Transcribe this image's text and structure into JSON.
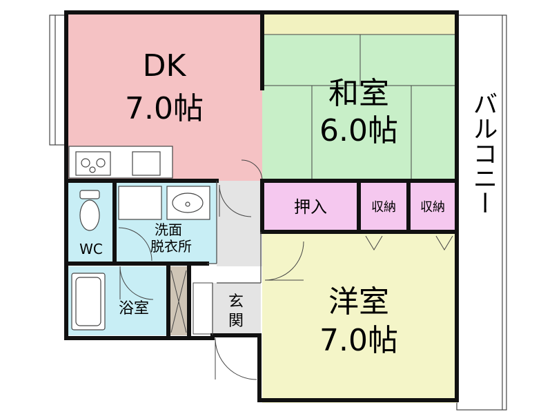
{
  "rooms": {
    "dk": {
      "name": "DK",
      "size": "7.0帖",
      "color": "#f5c2c4"
    },
    "washitsu": {
      "name": "和室",
      "size": "6.0帖",
      "color": "#c8efc8"
    },
    "yoshitsu": {
      "name": "洋室",
      "size": "7.0帖",
      "color": "#f4f5c8"
    },
    "oshiire": {
      "name": "押入",
      "color": "#f5c8ef"
    },
    "shuno_1": {
      "name": "収納",
      "color": "#f5c8ef"
    },
    "shuno_2": {
      "name": "収納",
      "color": "#f5c8ef"
    },
    "wc": {
      "name": "WC",
      "color": "#c8eef5"
    },
    "senmen": {
      "line1": "洗面",
      "line2": "脱衣所",
      "color": "#c8eef5"
    },
    "yokushitsu": {
      "name": "浴室",
      "color": "#c8eef5"
    },
    "genkan": {
      "line1": "玄",
      "line2": "関",
      "color": "#e4e4e4"
    },
    "balcony": {
      "name": "バルコニー"
    },
    "tatami_strip": {
      "color": "#f2f2c0"
    }
  },
  "colors": {
    "wall": "#111111",
    "thin_line": "#444444",
    "closet_hatch": "#cfc5b6"
  }
}
